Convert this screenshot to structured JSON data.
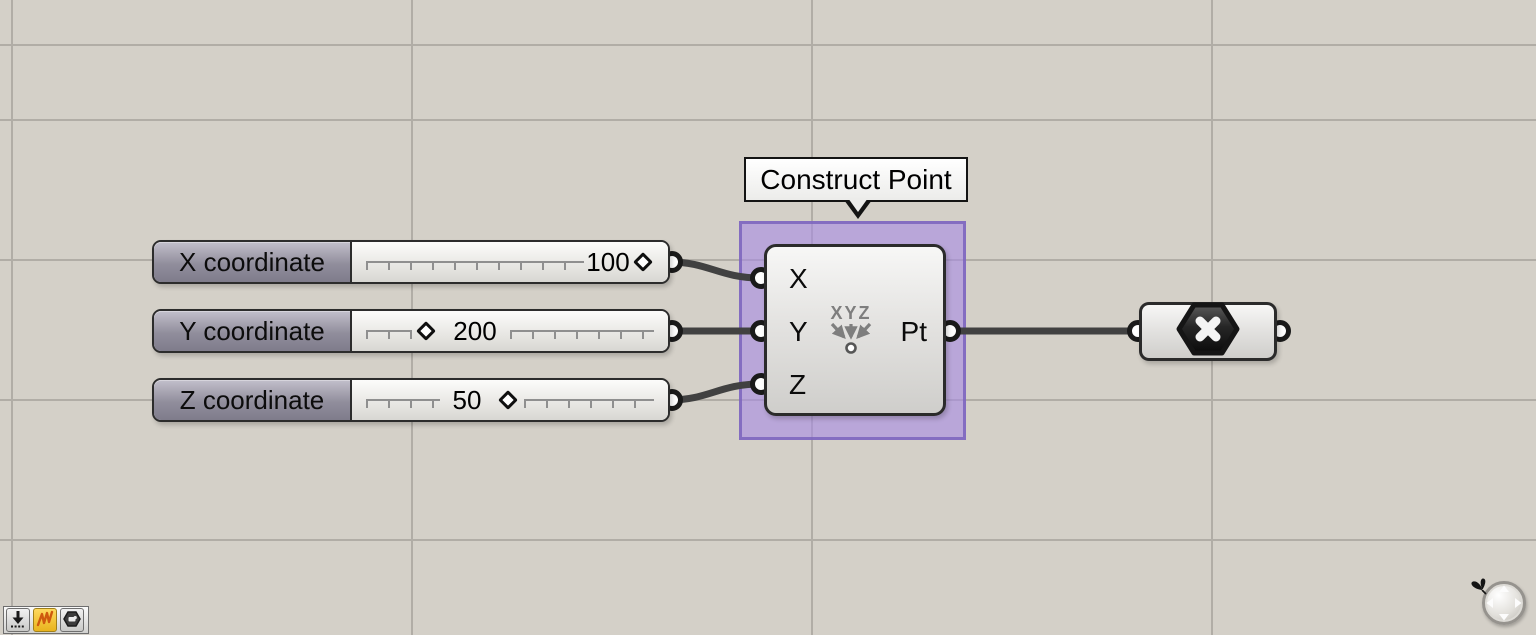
{
  "canvas": {
    "bg_color": "#d4d0c8",
    "grid_color": "#b1ada6",
    "wire_color": "#414141",
    "selection_fill": "rgba(167,139,229,0.60)",
    "selection_border": "rgba(122,99,188,0.85)"
  },
  "sliders": [
    {
      "label": "X coordinate",
      "value": "100"
    },
    {
      "label": "Y coordinate",
      "value": "200"
    },
    {
      "label": "Z coordinate",
      "value": "50"
    }
  ],
  "component": {
    "tooltip": "Construct Point",
    "inputs": [
      "X",
      "Y",
      "Z"
    ],
    "output": "Pt",
    "icon_text": "XYZ",
    "icon": "construct-point-xyz-icon"
  },
  "output_param": {
    "icon": "hexagon-x-icon"
  },
  "widgets_toolbar": {
    "icons": [
      "download-widget-icon",
      "sketch-widget-icon",
      "hexagon-widget-icon"
    ]
  },
  "navball": {
    "icon": "navigation-ball-icon"
  }
}
